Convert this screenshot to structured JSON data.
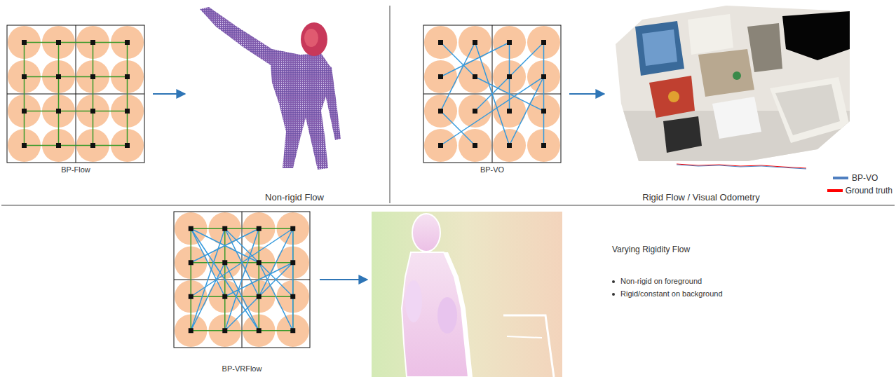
{
  "diagram": {
    "nodes": [
      {
        "text": [
          "BP-Flow"
        ]
      },
      {
        "text": [
          "Non-rigid Flow"
        ]
      },
      {
        "text": [
          "BP-VO"
        ]
      },
      {
        "text": [
          "Rigid Flow / Visual Odometry"
        ]
      },
      {
        "text": [
          "BP-VRFlow"
        ]
      },
      {
        "text": [
          "Varying Rigidity Flow",
          "Non-rigid on foreground",
          "Rigid/constant on background"
        ]
      }
    ],
    "edges": [
      {
        "from": 0,
        "to": 1,
        "arrow": "to"
      },
      {
        "from": 2,
        "to": 3,
        "arrow": "to"
      },
      {
        "from": 4,
        "to": 5,
        "arrow": "to"
      }
    ],
    "legend": [
      {
        "text": "BP-VO",
        "color": "#4f7fc0"
      },
      {
        "text": "Ground truth",
        "color": "#ff0000"
      }
    ]
  }
}
